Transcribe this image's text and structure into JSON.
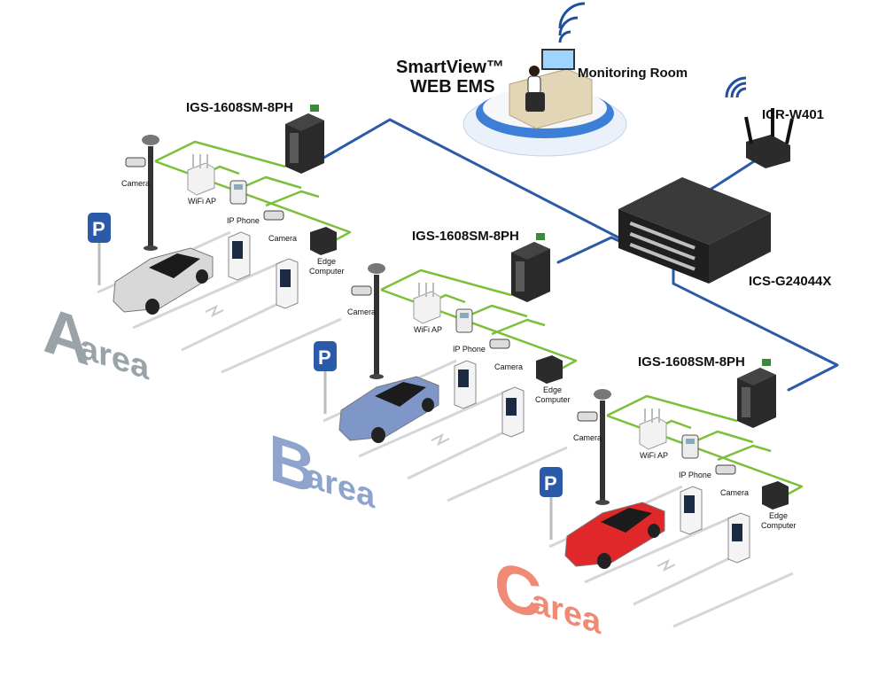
{
  "system": {
    "title_line1": "SmartView™",
    "title_line2": "WEB EMS",
    "monitoring_room": "Monitoring Room",
    "router": "ICR-W401",
    "core_switch": "ICS-G24044X"
  },
  "zones": [
    {
      "switch": "IGS-1608SM-8PH",
      "camera1": "Camera",
      "wifi": "WiFi AP",
      "phone": "IP Phone",
      "camera2": "Camera",
      "edge_line1": "Edge",
      "edge_line2": "Computer",
      "area_letter": "A",
      "area_word": "area",
      "area_color": "#9aa3a8",
      "car_color": "#d8d8d8"
    },
    {
      "switch": "IGS-1608SM-8PH",
      "camera1": "Camera",
      "wifi": "WiFi AP",
      "phone": "IP Phone",
      "camera2": "Camera",
      "edge_line1": "Edge",
      "edge_line2": "Computer",
      "area_letter": "B",
      "area_word": "area",
      "area_color": "#8fa4cc",
      "car_color": "#7f96c9"
    },
    {
      "switch": "IGS-1608SM-8PH",
      "camera1": "Camera",
      "wifi": "WiFi AP",
      "phone": "IP Phone",
      "camera2": "Camera",
      "edge_line1": "Edge",
      "edge_line2": "Computer",
      "area_letter": "C",
      "area_word": "area",
      "area_color": "#ef8a75",
      "car_color": "#e0282a"
    }
  ],
  "colors": {
    "fiber": "#2a5aa8",
    "poe": "#7cbf3a",
    "device": "#2b2b2b",
    "platform": "#3d7fd6"
  }
}
